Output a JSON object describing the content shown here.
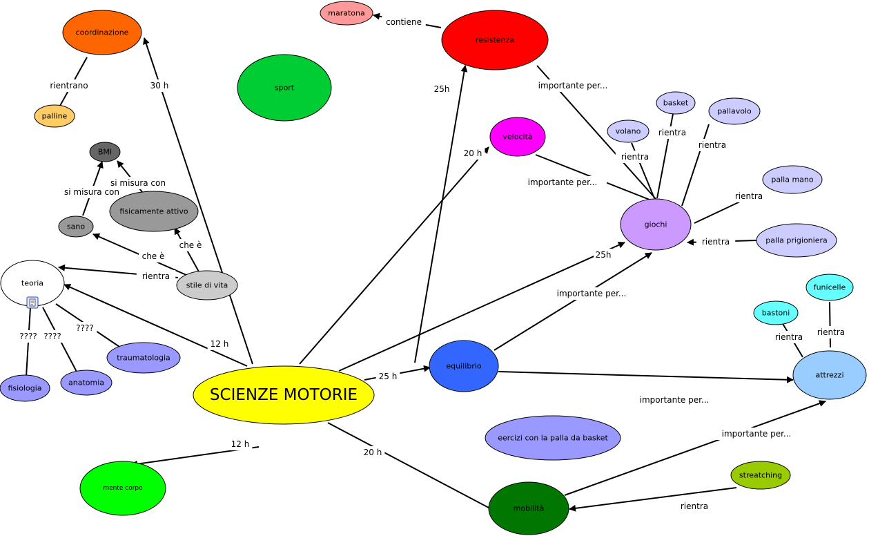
{
  "concept_map": {
    "nodes": [
      {
        "id": "scienze",
        "label": "SCIENZE MOTORIE",
        "fill": "#ffff00"
      },
      {
        "id": "coordinazione",
        "label": "coordinazione",
        "fill": "#ff6600"
      },
      {
        "id": "palline",
        "label": "palline",
        "fill": "#ffcc66"
      },
      {
        "id": "sport",
        "label": "sport",
        "fill": "#00cc33"
      },
      {
        "id": "maratona",
        "label": "maratona",
        "fill": "#ff9999"
      },
      {
        "id": "resistenza",
        "label": "resistenza",
        "fill": "#ff0000"
      },
      {
        "id": "velocita",
        "label": "velocità",
        "fill": "#ff00ff"
      },
      {
        "id": "giochi",
        "label": "giochi",
        "fill": "#cc99ff"
      },
      {
        "id": "volano",
        "label": "volano",
        "fill": "#ccccff"
      },
      {
        "id": "basket",
        "label": "basket",
        "fill": "#ccccff"
      },
      {
        "id": "pallavolo",
        "label": "pallavolo",
        "fill": "#ccccff"
      },
      {
        "id": "pallamano",
        "label": "palla mano",
        "fill": "#ccccff"
      },
      {
        "id": "pallaprig",
        "label": "palla prigioniera",
        "fill": "#ccccff"
      },
      {
        "id": "bmi",
        "label": "BMI",
        "fill": "#666666"
      },
      {
        "id": "sano",
        "label": "sano",
        "fill": "#999999"
      },
      {
        "id": "fisicamente",
        "label": "fisicamente attivo",
        "fill": "#999999"
      },
      {
        "id": "teoria",
        "label": "teoria",
        "fill": "#ffffff"
      },
      {
        "id": "stile",
        "label": "stile di vita",
        "fill": "#cccccc"
      },
      {
        "id": "fisiologia",
        "label": "fisiologia",
        "fill": "#9999ff"
      },
      {
        "id": "anatomia",
        "label": "anatomia",
        "fill": "#9999ff"
      },
      {
        "id": "traumatologia",
        "label": "traumatologia",
        "fill": "#9999ff"
      },
      {
        "id": "equilibrio",
        "label": "equilibrio",
        "fill": "#3366ff"
      },
      {
        "id": "eercizi",
        "label": "eercizi con la palla da basket",
        "fill": "#9999ff"
      },
      {
        "id": "funicelle",
        "label": "funicelle",
        "fill": "#66ffff"
      },
      {
        "id": "bastoni",
        "label": "bastoni",
        "fill": "#66ffff"
      },
      {
        "id": "attrezzi",
        "label": "attrezzi",
        "fill": "#99ccff"
      },
      {
        "id": "mente",
        "label": "mente corpo",
        "fill": "#00ff00"
      },
      {
        "id": "streatching",
        "label": "streatching",
        "fill": "#99cc00"
      },
      {
        "id": "mobilita",
        "label": "mobilità",
        "fill": "#007700"
      }
    ],
    "links": [
      {
        "label": "30 h"
      },
      {
        "label": "rientrano"
      },
      {
        "label": "contiene"
      },
      {
        "label": "25h"
      },
      {
        "label": "20 h"
      },
      {
        "label": "importante per..."
      },
      {
        "label": "importante per..."
      },
      {
        "label": "25h"
      },
      {
        "label": "importante per..."
      },
      {
        "label": "rientra"
      },
      {
        "label": "rientra"
      },
      {
        "label": "rientra"
      },
      {
        "label": "rientra"
      },
      {
        "label": "rientra"
      },
      {
        "label": "si misura con"
      },
      {
        "label": "si misura con"
      },
      {
        "label": "che è"
      },
      {
        "label": "che è"
      },
      {
        "label": "rientra"
      },
      {
        "label": "12 h"
      },
      {
        "label": "????"
      },
      {
        "label": "????"
      },
      {
        "label": "????"
      },
      {
        "label": "25 h"
      },
      {
        "label": "importante per..."
      },
      {
        "label": "rientra"
      },
      {
        "label": "rientra"
      },
      {
        "label": "12 h"
      },
      {
        "label": "20 h"
      },
      {
        "label": "importante per..."
      },
      {
        "label": "rientra"
      }
    ]
  }
}
